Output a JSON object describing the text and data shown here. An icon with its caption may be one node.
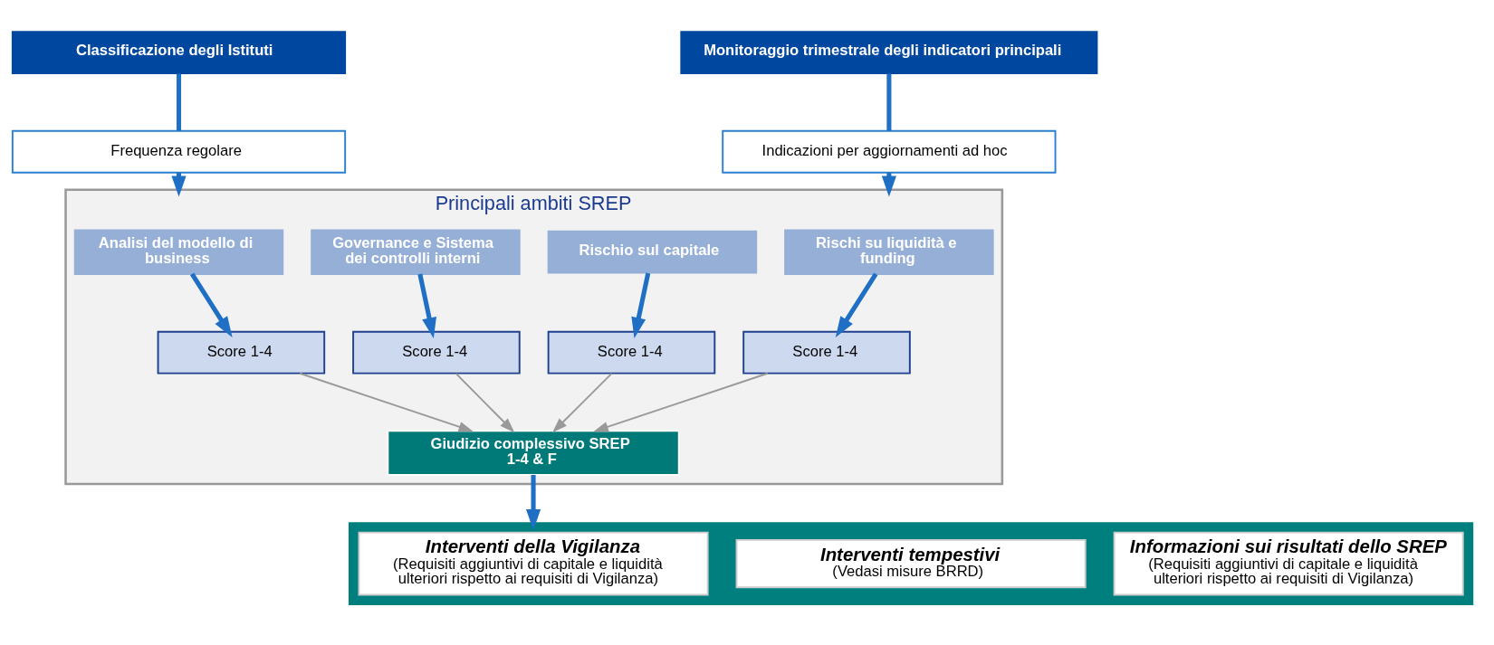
{
  "diagram": {
    "nodes": [
      {
        "text": [
          "Classificazione degli Istituti"
        ]
      },
      {
        "text": [
          "Frequenza regolare"
        ]
      },
      {
        "text": [
          "Monitoraggio trimestrale degli indicatori principali"
        ]
      },
      {
        "text": [
          "Indicazioni per aggiornamenti ad hoc"
        ]
      },
      {
        "text": [
          "Principali ambiti SREP"
        ]
      },
      {
        "text": [
          "Analisi del modello di business"
        ],
        "in": 4
      },
      {
        "text": [
          "Governance e Sistema dei controlli interni"
        ],
        "in": 4
      },
      {
        "text": [
          "Rischio sul capitale"
        ],
        "in": 4
      },
      {
        "text": [
          "Rischi su liquidità e funding"
        ],
        "in": 4
      },
      {
        "text": [
          "Score 1-4"
        ],
        "in": 4
      },
      {
        "text": [
          "Score 1-4"
        ],
        "in": 4
      },
      {
        "text": [
          "Score 1-4"
        ],
        "in": 4
      },
      {
        "text": [
          "Score 1-4"
        ],
        "in": 4
      },
      {
        "text": [
          "Giudizio complessivo SREP 1-4 & F"
        ],
        "in": 4
      },
      {
        "text": [],
        "shape": "band"
      },
      {
        "text": [
          "Interventi della Vigilanza",
          "(Requisiti aggiuntivi di capitale e liquidità ulteriori rispetto ai requisiti di Vigilanza)"
        ],
        "in": 14
      },
      {
        "text": [
          "Interventi tempestivi",
          "(Vedasi misure BRRD)"
        ],
        "in": 14
      },
      {
        "text": [
          "Informazioni sui risultati dello SREP",
          "(Requisiti aggiuntivi di capitale e liquidità ulteriori rispetto ai requisiti di Vigilanza)"
        ],
        "in": 14
      }
    ],
    "edges": [
      {
        "from": 0,
        "to": 1,
        "arrow": "none"
      },
      {
        "from": 1,
        "to": 4,
        "arrow": "to"
      },
      {
        "from": 2,
        "to": 3,
        "arrow": "none"
      },
      {
        "from": 3,
        "to": 4,
        "arrow": "to"
      },
      {
        "from": 5,
        "to": 9,
        "arrow": "to"
      },
      {
        "from": 6,
        "to": 10,
        "arrow": "to"
      },
      {
        "from": 7,
        "to": 11,
        "arrow": "to"
      },
      {
        "from": 8,
        "to": 12,
        "arrow": "to"
      },
      {
        "from": 9,
        "to": 13,
        "arrow": "to",
        "color": "#999999"
      },
      {
        "from": 10,
        "to": 13,
        "arrow": "to",
        "color": "#999999"
      },
      {
        "from": 11,
        "to": 13,
        "arrow": "to",
        "color": "#999999"
      },
      {
        "from": 12,
        "to": 13,
        "arrow": "to",
        "color": "#999999"
      },
      {
        "from": 13,
        "to": 14,
        "arrow": "to"
      }
    ]
  }
}
